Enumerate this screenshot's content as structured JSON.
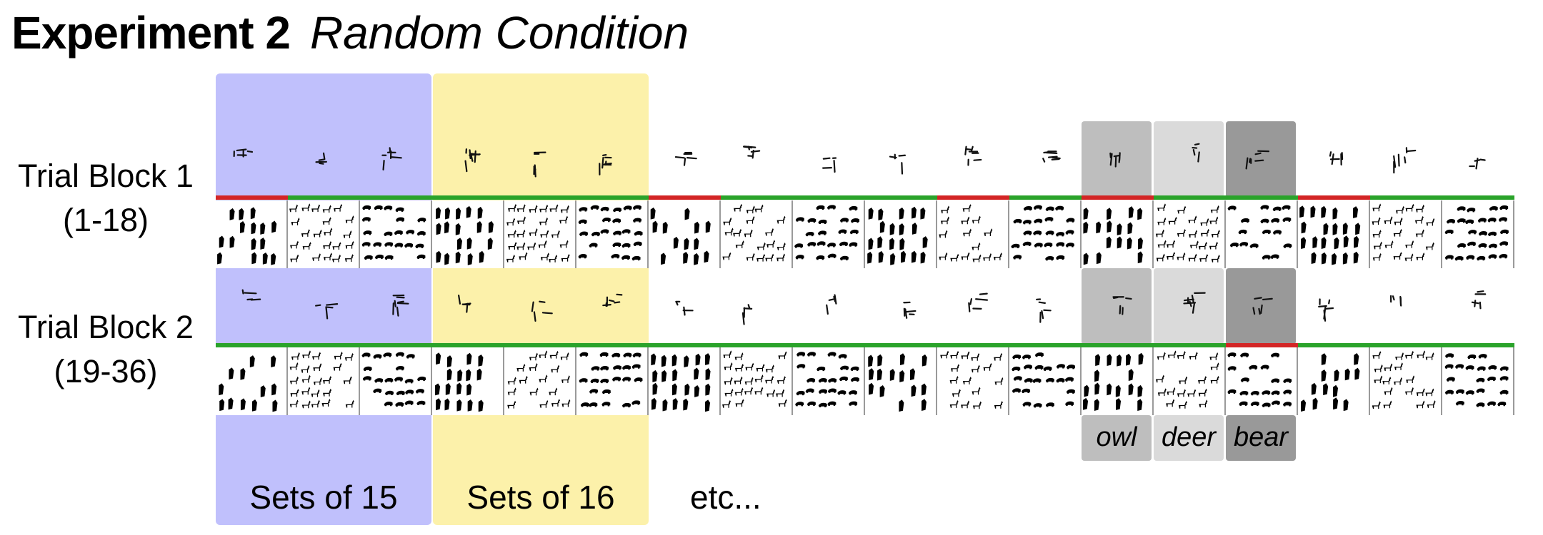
{
  "title": {
    "bold": "Experiment 2",
    "italic": "Random Condition"
  },
  "blocks": [
    {
      "line1": "Trial Block 1",
      "line2": "(1-18)"
    },
    {
      "line1": "Trial Block 2",
      "line2": "(19-36)"
    }
  ],
  "legend": {
    "set15": "Sets of 15",
    "set16": "Sets of 16",
    "etc": "etc..."
  },
  "words": [
    "owl",
    "deer",
    "bear"
  ],
  "colors": {
    "set15_bg": "#c0c0fc",
    "set16_bg": "#fcf1aa",
    "owl_box": "#bebebe",
    "deer_box": "#dadada",
    "bear_box": "#999999",
    "correct": "#2aa32a",
    "incorrect": "#d32525"
  },
  "animal_order": [
    "owl",
    "deer",
    "bear"
  ],
  "feedback": {
    "block1": [
      "incorrect",
      "correct",
      "correct",
      "correct",
      "correct",
      "correct",
      "incorrect",
      "correct",
      "correct",
      "correct",
      "incorrect",
      "correct",
      "incorrect",
      "correct",
      "correct",
      "incorrect",
      "correct",
      "correct"
    ],
    "block2": [
      "correct",
      "correct",
      "correct",
      "correct",
      "correct",
      "correct",
      "correct",
      "correct",
      "correct",
      "correct",
      "correct",
      "correct",
      "correct",
      "correct",
      "incorrect",
      "correct",
      "correct",
      "correct"
    ]
  }
}
